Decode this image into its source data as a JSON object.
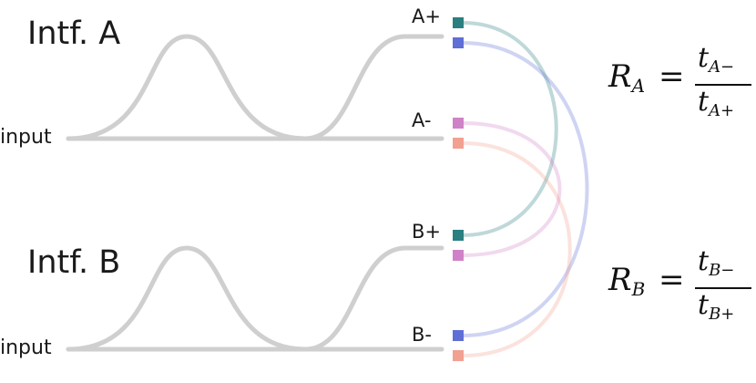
{
  "interferometers": [
    {
      "title": "Intf. A",
      "input_label": "input",
      "plus_label": "A+",
      "minus_label": "A-"
    },
    {
      "title": "Intf. B",
      "input_label": "input",
      "plus_label": "B+",
      "minus_label": "B-"
    }
  ],
  "formulas": [
    {
      "lhs_var": "R",
      "lhs_sub": "A",
      "eq": "=",
      "num_var": "t",
      "num_sub": "A−",
      "den_var": "t",
      "den_sub": "A+"
    },
    {
      "lhs_var": "R",
      "lhs_sub": "B",
      "eq": "=",
      "num_var": "t",
      "num_sub": "B−",
      "den_var": "t",
      "den_sub": "B+"
    }
  ],
  "colors": {
    "waveguide": "#cfcfcf",
    "teal": "#2a7f80",
    "blue": "#5f6fd6",
    "pink": "#cf82c7",
    "salmon": "#f2a090"
  }
}
